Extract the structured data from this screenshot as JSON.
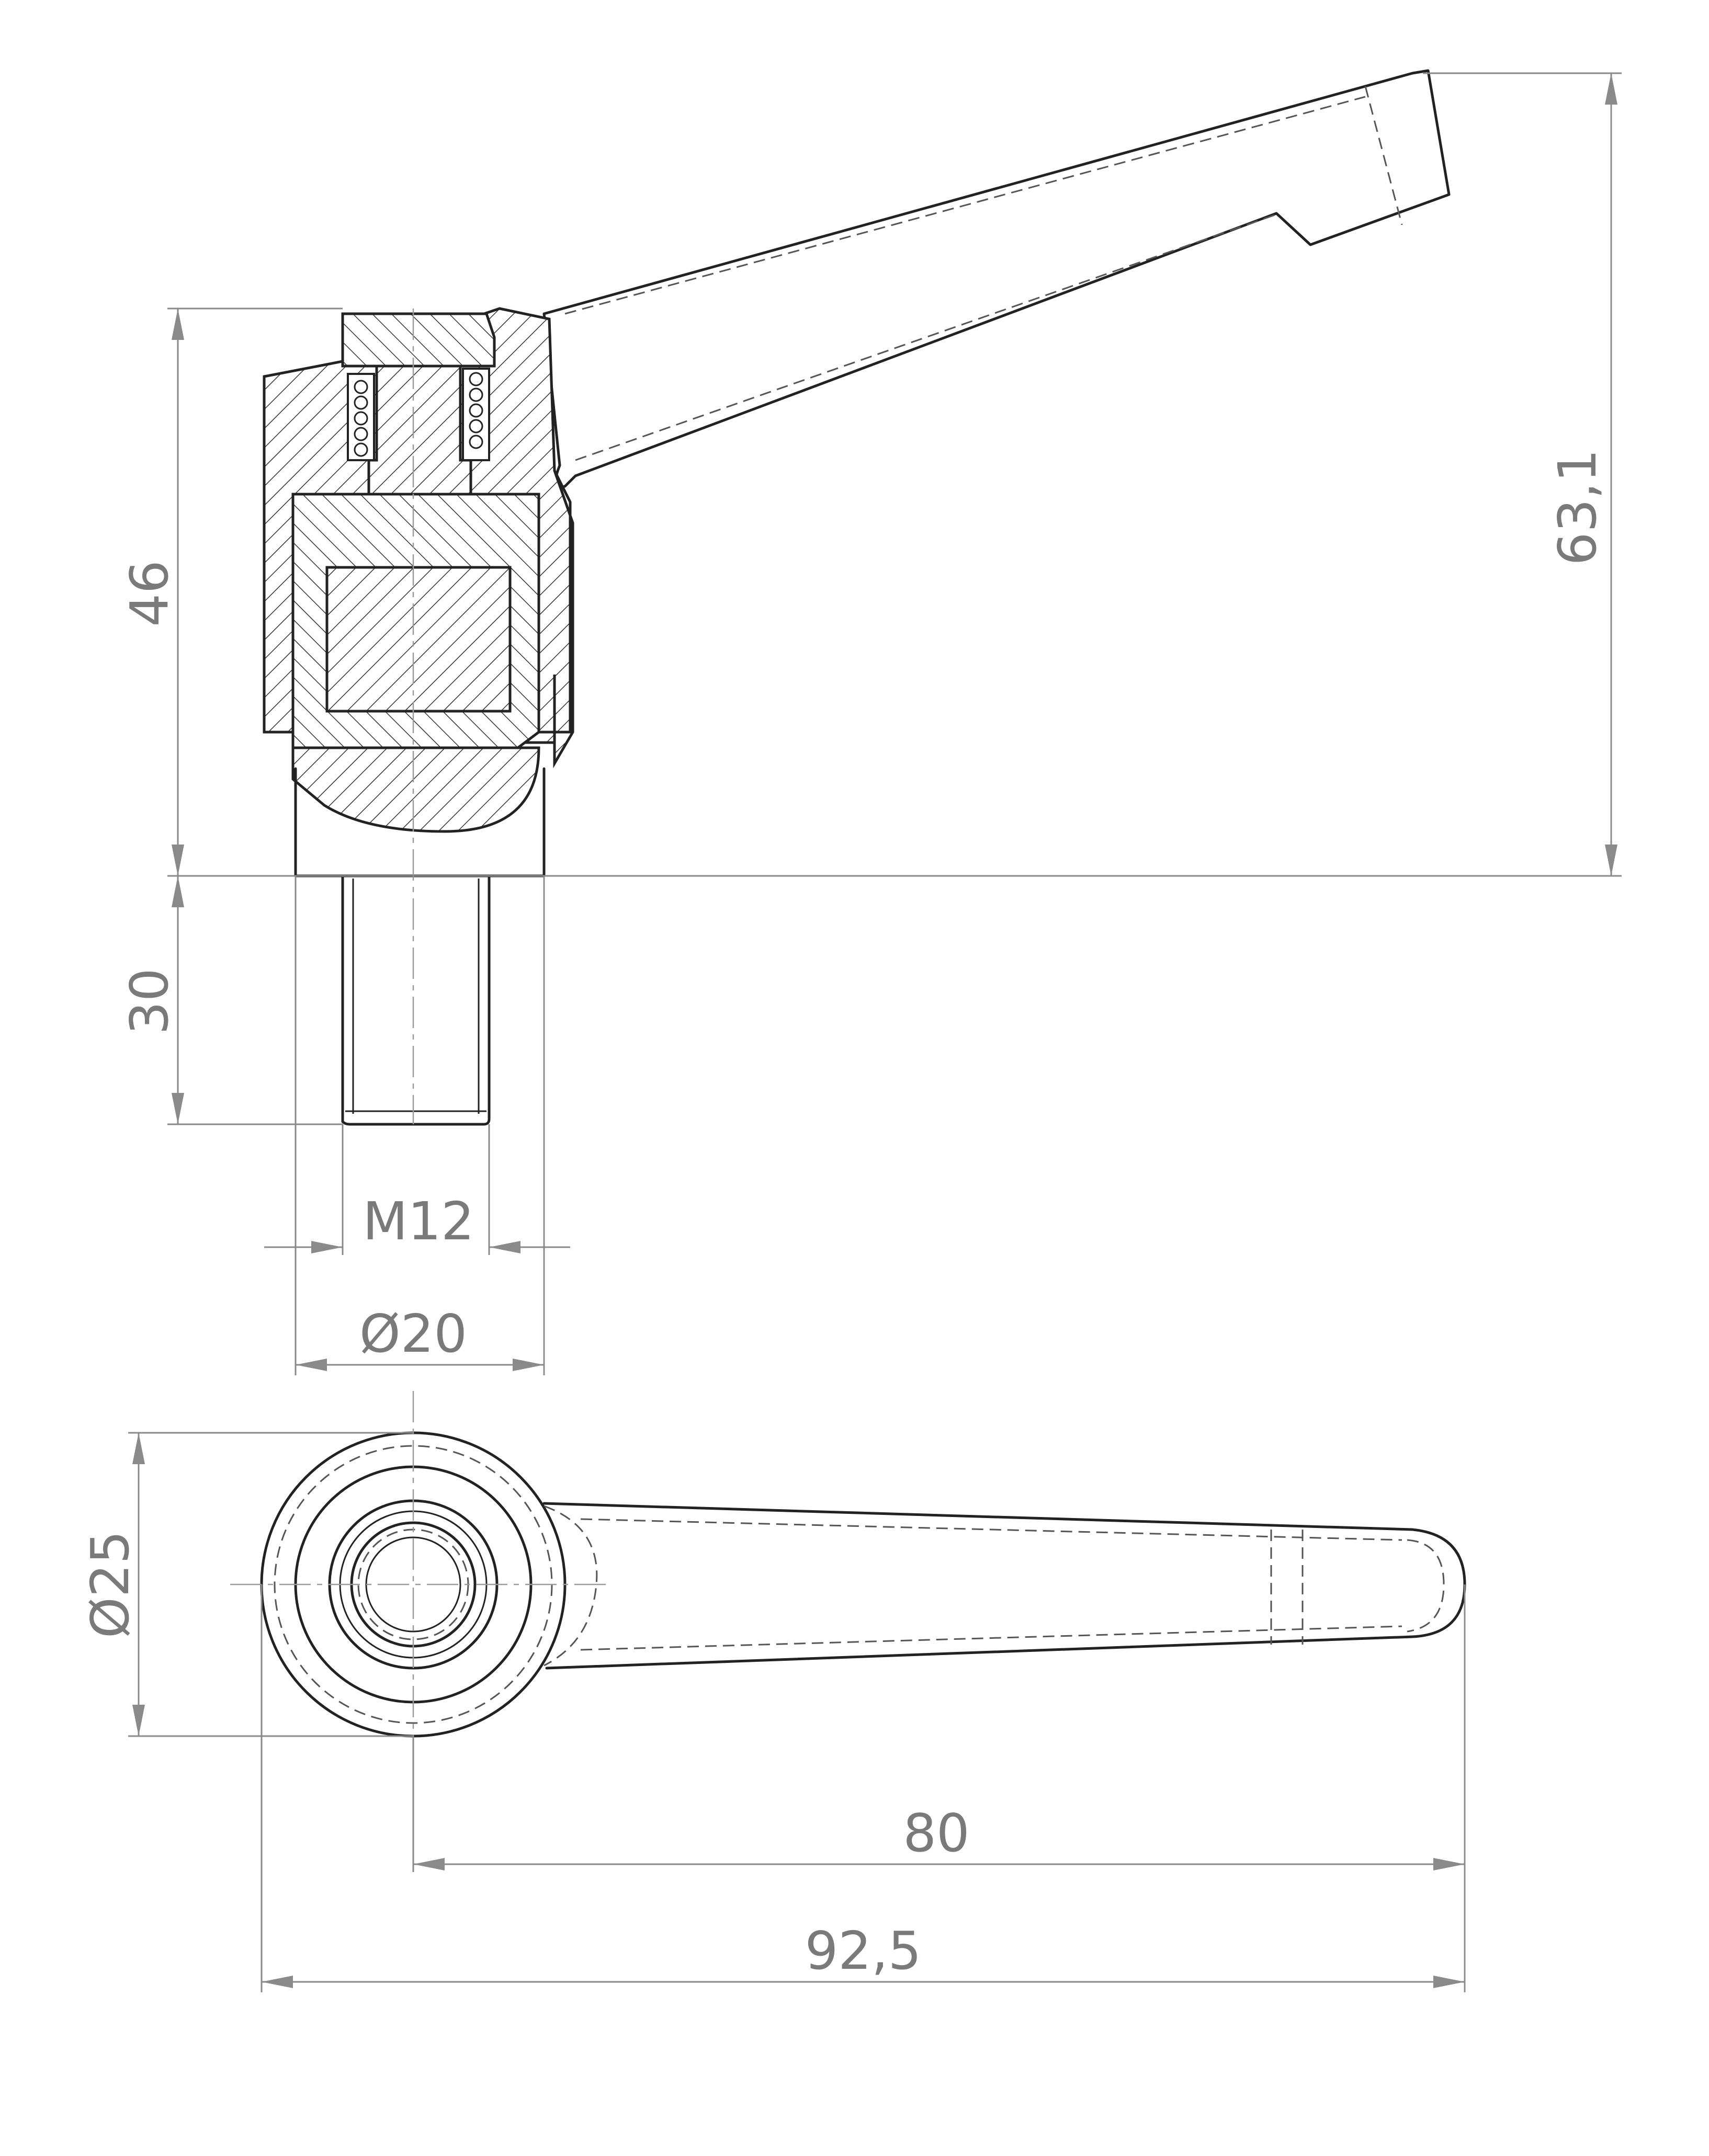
{
  "dimensions": {
    "knob_height": "46",
    "thread_length": "30",
    "overall_height": "63,1",
    "thread_size": "M12",
    "hub_diameter": "Ø20",
    "top_diameter": "Ø25",
    "lever_length": "80",
    "overall_length": "92,5"
  },
  "colors": {
    "line": "#222222",
    "dimension": "#8a8a8a",
    "dimension_text": "#7a7a7a",
    "background": "#ffffff"
  }
}
